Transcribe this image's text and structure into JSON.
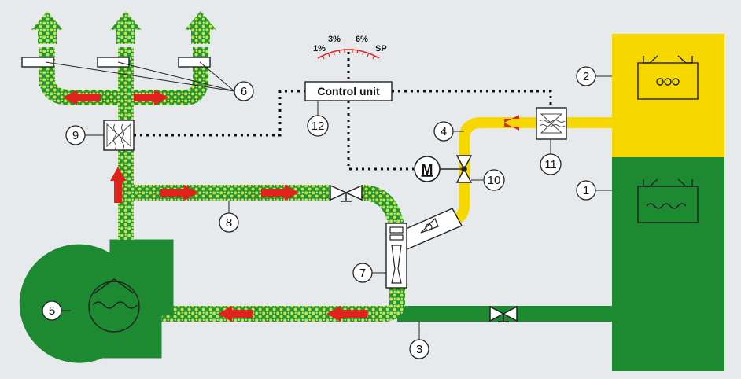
{
  "control_unit": {
    "label": "Control unit"
  },
  "motor": {
    "label": "M"
  },
  "scale": {
    "ticks": [
      "1%",
      "3%",
      "6%",
      "SP"
    ]
  },
  "callouts": [
    "1",
    "2",
    "3",
    "4",
    "5",
    "6",
    "7",
    "8",
    "9",
    "10",
    "11",
    "12"
  ],
  "colors": {
    "gas_liquid": "#1d8a32",
    "gas_phase": "#f6d800",
    "mixture_dot": "#c9e24a",
    "flow_arrow": "#e0221c",
    "background": "#e6eaec"
  }
}
